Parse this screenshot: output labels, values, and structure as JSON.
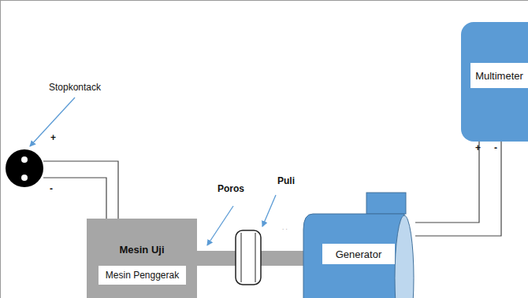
{
  "diagram": {
    "nodes": [
      {
        "text": [
          "Mesin Uji"
        ]
      },
      {
        "text": [
          "Mesin Penggerak"
        ],
        "in": 0
      },
      {
        "text": [
          "Generator"
        ]
      },
      {
        "text": [
          "Multimeter"
        ]
      }
    ],
    "edges": [
      {
        "from": 2,
        "to": 3,
        "arrow": "none"
      },
      {
        "from": 2,
        "to": 3,
        "arrow": "none"
      }
    ],
    "labels": [
      "Stopkontack",
      "+",
      "-",
      "Poros",
      "Puli",
      "+",
      "-"
    ]
  }
}
